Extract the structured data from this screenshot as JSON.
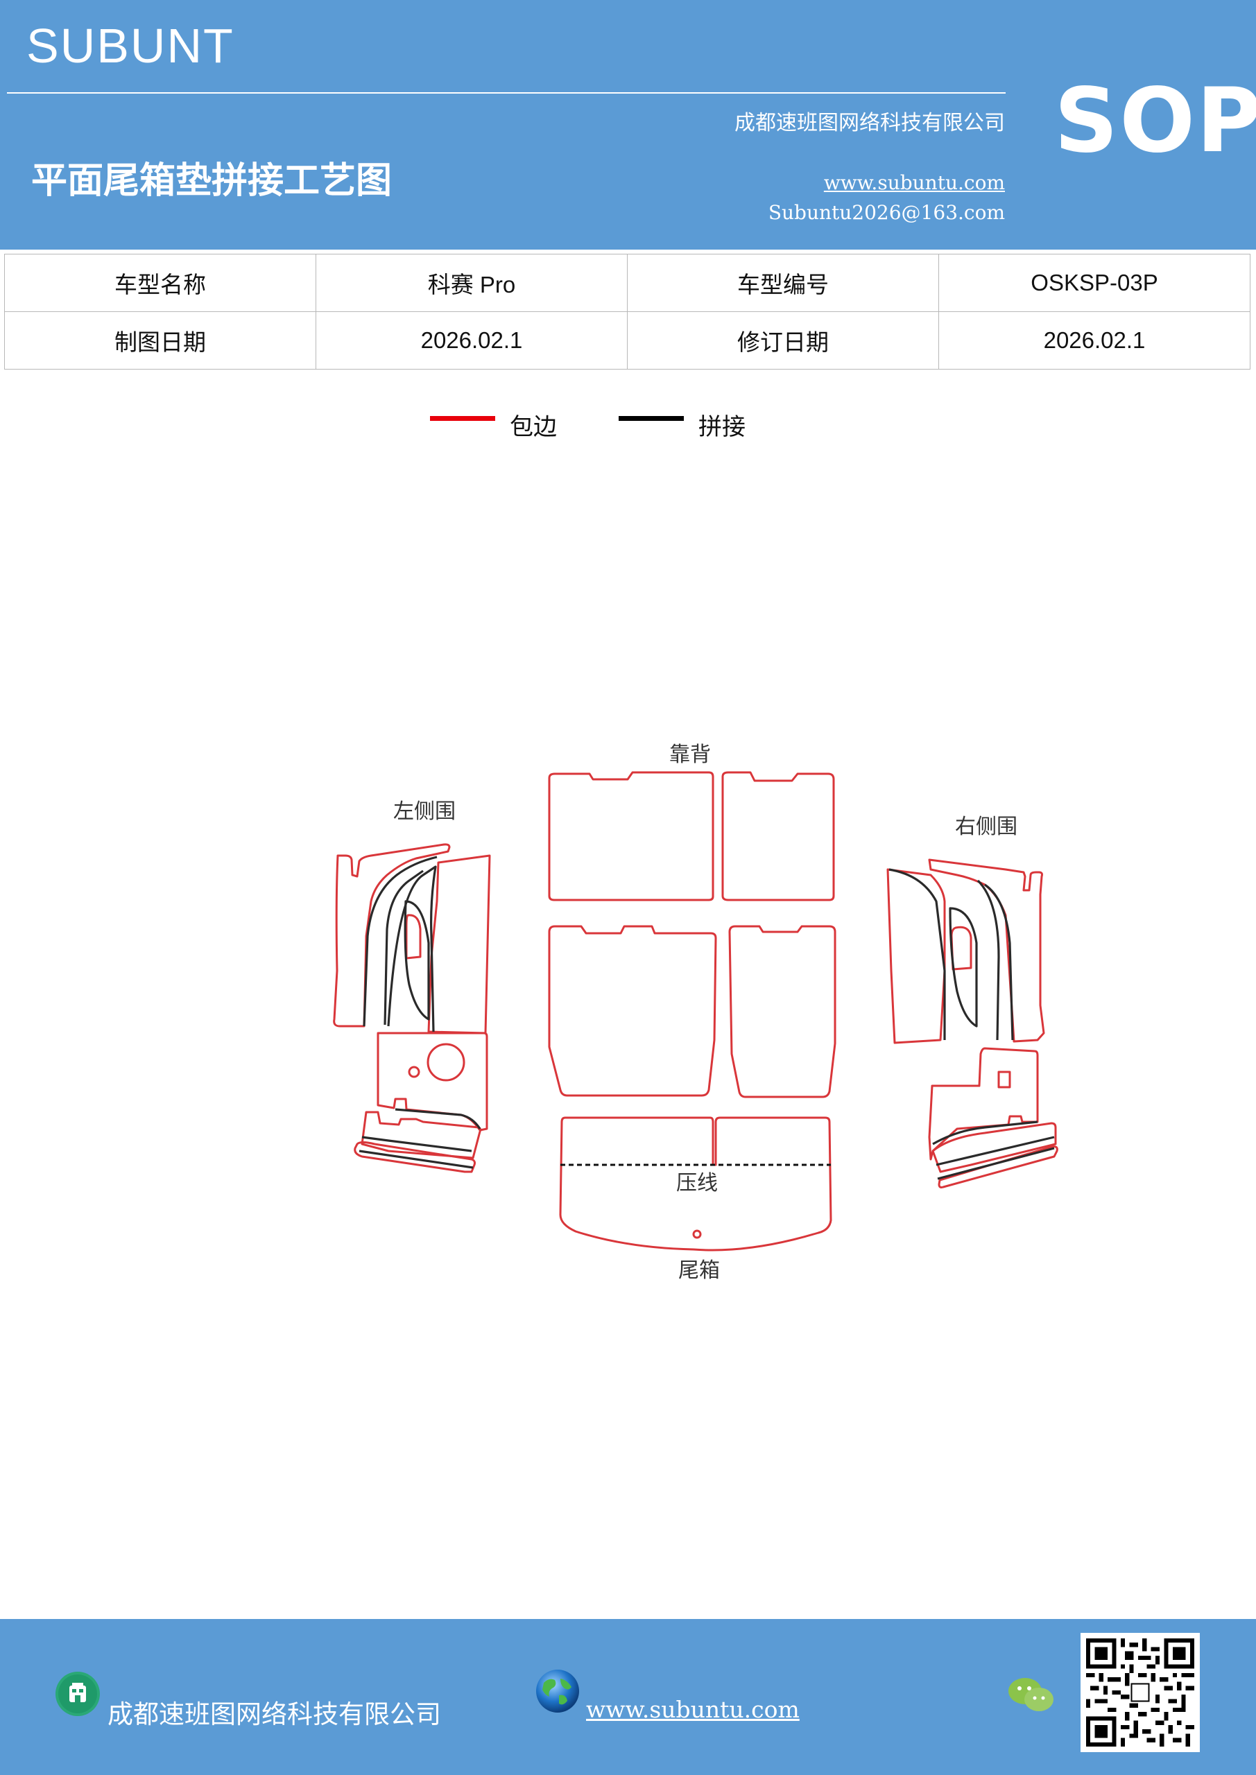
{
  "header": {
    "brand": "SUBUNT",
    "company": "成都速班图网络科技有限公司",
    "title": "平面尾箱垫拼接工艺图",
    "website": "www.subuntu.com",
    "email": "Subuntu2026@163.com",
    "badge": "SOP"
  },
  "info": {
    "model_name_label": "车型名称",
    "model_name_value": "科赛 Pro",
    "model_code_label": "车型编号",
    "model_code_value": "OSKSP-03P",
    "draw_date_label": "制图日期",
    "draw_date_value": "2026.02.1",
    "revise_date_label": "修订日期",
    "revise_date_value": "2026.02.1"
  },
  "legend": {
    "items": [
      {
        "label": "包边",
        "color": "#e8000b"
      },
      {
        "label": "拼接",
        "color": "#000000"
      }
    ]
  },
  "diagram": {
    "labels": {
      "back": "靠背",
      "left_side": "左侧围",
      "right_side": "右侧围",
      "crease": "压线",
      "trunk": "尾箱"
    },
    "colors": {
      "edge": "#d9363a",
      "seam": "#2a2a2a"
    }
  },
  "footer": {
    "company": "成都速班图网络科技有限公司",
    "website": "www.subuntu.com",
    "icons": [
      "building-icon",
      "globe-icon",
      "wechat-icon",
      "qr-code"
    ]
  }
}
